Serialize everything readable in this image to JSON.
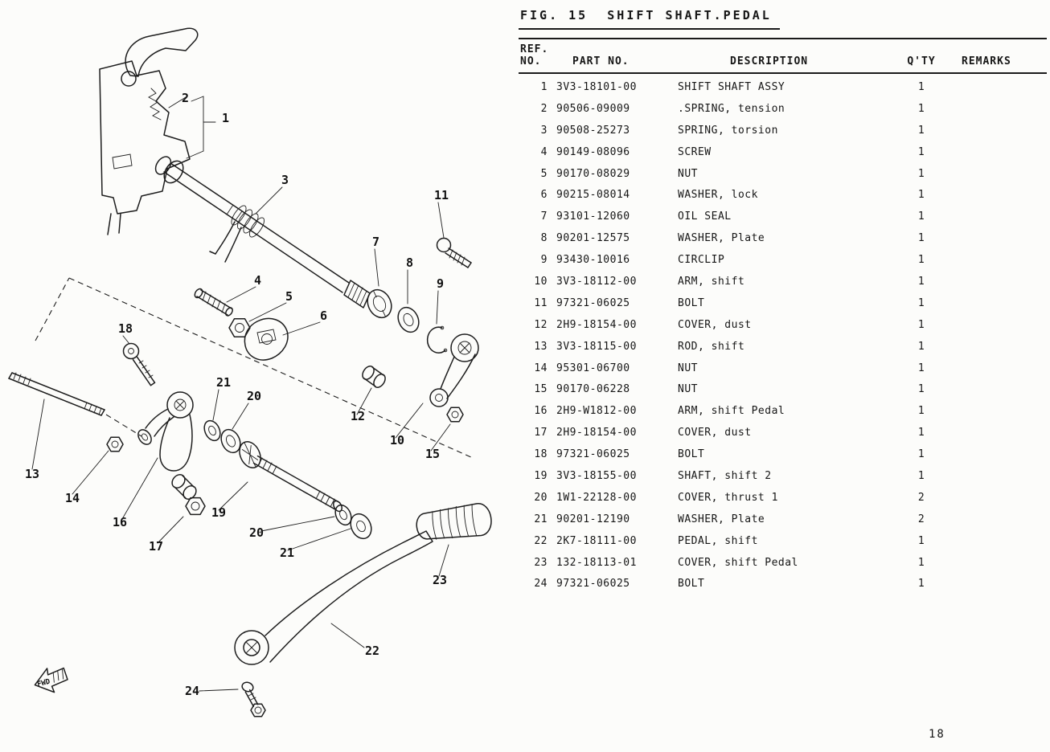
{
  "page": {
    "title": "FIG. 15  SHIFT SHAFT.PEDAL",
    "page_number": "18"
  },
  "table": {
    "headers": {
      "ref_line1": "REF.",
      "ref_line2": "NO.",
      "part_no": "PART NO.",
      "description": "DESCRIPTION",
      "qty": "Q'TY",
      "remarks": "REMARKS"
    },
    "rows": [
      {
        "ref": "1",
        "part_no": "3V3-18101-00",
        "description": "SHIFT SHAFT ASSY",
        "qty": "1",
        "remarks": ""
      },
      {
        "ref": "2",
        "part_no": "90506-09009",
        "description": ".SPRING, tension",
        "qty": "1",
        "remarks": ""
      },
      {
        "ref": "3",
        "part_no": "90508-25273",
        "description": "SPRING, torsion",
        "qty": "1",
        "remarks": ""
      },
      {
        "ref": "4",
        "part_no": "90149-08096",
        "description": "SCREW",
        "qty": "1",
        "remarks": ""
      },
      {
        "ref": "5",
        "part_no": "90170-08029",
        "description": "NUT",
        "qty": "1",
        "remarks": ""
      },
      {
        "ref": "6",
        "part_no": "90215-08014",
        "description": "WASHER, lock",
        "qty": "1",
        "remarks": ""
      },
      {
        "ref": "7",
        "part_no": "93101-12060",
        "description": "OIL SEAL",
        "qty": "1",
        "remarks": ""
      },
      {
        "ref": "8",
        "part_no": "90201-12575",
        "description": "WASHER, Plate",
        "qty": "1",
        "remarks": ""
      },
      {
        "ref": "9",
        "part_no": "93430-10016",
        "description": "CIRCLIP",
        "qty": "1",
        "remarks": ""
      },
      {
        "ref": "10",
        "part_no": "3V3-18112-00",
        "description": "ARM, shift",
        "qty": "1",
        "remarks": ""
      },
      {
        "ref": "11",
        "part_no": "97321-06025",
        "description": "BOLT",
        "qty": "1",
        "remarks": ""
      },
      {
        "ref": "12",
        "part_no": "2H9-18154-00",
        "description": "COVER, dust",
        "qty": "1",
        "remarks": ""
      },
      {
        "ref": "13",
        "part_no": "3V3-18115-00",
        "description": "ROD, shift",
        "qty": "1",
        "remarks": ""
      },
      {
        "ref": "14",
        "part_no": "95301-06700",
        "description": "NUT",
        "qty": "1",
        "remarks": ""
      },
      {
        "ref": "15",
        "part_no": "90170-06228",
        "description": "NUT",
        "qty": "1",
        "remarks": ""
      },
      {
        "ref": "16",
        "part_no": "2H9-W1812-00",
        "description": "ARM, shift Pedal",
        "qty": "1",
        "remarks": ""
      },
      {
        "ref": "17",
        "part_no": "2H9-18154-00",
        "description": "COVER, dust",
        "qty": "1",
        "remarks": ""
      },
      {
        "ref": "18",
        "part_no": "97321-06025",
        "description": "BOLT",
        "qty": "1",
        "remarks": ""
      },
      {
        "ref": "19",
        "part_no": "3V3-18155-00",
        "description": "SHAFT, shift 2",
        "qty": "1",
        "remarks": ""
      },
      {
        "ref": "20",
        "part_no": "1W1-22128-00",
        "description": "COVER, thrust 1",
        "qty": "2",
        "remarks": ""
      },
      {
        "ref": "21",
        "part_no": "90201-12190",
        "description": "WASHER, Plate",
        "qty": "2",
        "remarks": ""
      },
      {
        "ref": "22",
        "part_no": "2K7-18111-00",
        "description": "PEDAL, shift",
        "qty": "1",
        "remarks": ""
      },
      {
        "ref": "23",
        "part_no": "132-18113-01",
        "description": "COVER, shift Pedal",
        "qty": "1",
        "remarks": ""
      },
      {
        "ref": "24",
        "part_no": "97321-06025",
        "description": "BOLT",
        "qty": "1",
        "remarks": ""
      }
    ]
  },
  "diagram": {
    "fwd_label": "FWD",
    "callouts": [
      {
        "label": "2"
      },
      {
        "label": "1"
      },
      {
        "label": "3"
      },
      {
        "label": "11"
      },
      {
        "label": "7"
      },
      {
        "label": "8"
      },
      {
        "label": "9"
      },
      {
        "label": "4"
      },
      {
        "label": "5"
      },
      {
        "label": "6"
      },
      {
        "label": "18"
      },
      {
        "label": "21"
      },
      {
        "label": "20"
      },
      {
        "label": "12"
      },
      {
        "label": "10"
      },
      {
        "label": "15"
      },
      {
        "label": "13"
      },
      {
        "label": "14"
      },
      {
        "label": "19"
      },
      {
        "label": "16"
      },
      {
        "label": "20"
      },
      {
        "label": "17"
      },
      {
        "label": "21"
      },
      {
        "label": "23"
      },
      {
        "label": "22"
      },
      {
        "label": "24"
      }
    ]
  }
}
